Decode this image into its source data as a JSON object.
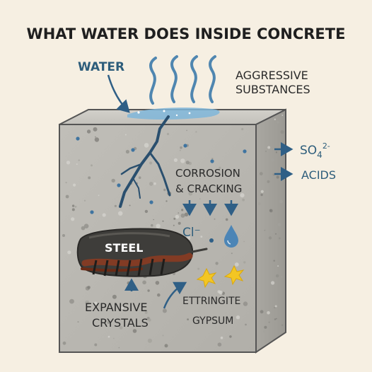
{
  "title": "WHAT WATER DOES INSIDE CONCRETE",
  "labels": {
    "water": "WATER",
    "aggressive_line1": "AGGRESSIVE",
    "aggressive_line2": "SUBSTANCES",
    "sulfate_base": "SO",
    "sulfate_sub": "4",
    "sulfate_sup": "2-",
    "acids": "ACIDS",
    "corrosion_line1": "CORROSION",
    "corrosion_line2": "& CRACKING",
    "chloride": "Cl⁻",
    "steel": "STEEL",
    "expansive_line1": "EXPANSIVE",
    "expansive_line2": "CRYSTALS",
    "ettringite": "ETTRINGITE",
    "gypsum": "GYPSUM"
  },
  "icons": {
    "vapor": "wavy-vapor-icon",
    "droplet": "water-droplet-icon",
    "crystal": "star-crystal-icon",
    "arrow": "arrow-icon"
  },
  "colors": {
    "background": "#f6efe2",
    "text_dark": "#2a2a2a",
    "text_blue": "#2d5d7b",
    "arrow_blue": "#2f5f86",
    "water_light": "#7fb6d9",
    "concrete_front": "#b9b7b1",
    "concrete_top": "#c9c7c1",
    "concrete_side": "#a6a49e",
    "steel_dark": "#3b3a37",
    "rust": "#8a3b22",
    "crystal_yellow": "#f3c623"
  }
}
